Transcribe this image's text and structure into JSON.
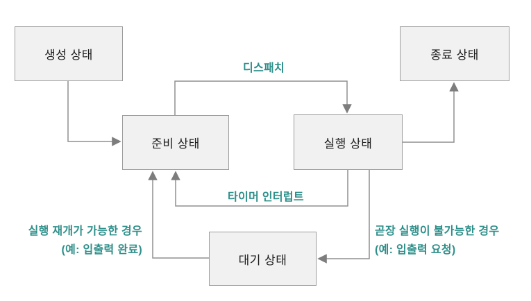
{
  "nodes": {
    "created": {
      "label": "생성 상태"
    },
    "ready": {
      "label": "준비 상태"
    },
    "running": {
      "label": "실행 상태"
    },
    "terminated": {
      "label": "종료 상태"
    },
    "waiting": {
      "label": "대기 상태"
    }
  },
  "edges": {
    "dispatch_label": "디스패치",
    "timer_interrupt_label": "타이머 인터럽트",
    "resume_condition_line1": "실행 재개가 가능한 경우",
    "resume_condition_line2": "(예: 입출력 완료)",
    "block_condition_line1": "곧장 실행이 불가능한 경우",
    "block_condition_line2": "(예: 입출력 요청)"
  },
  "colors": {
    "accent_teal": "#2e8f8a",
    "box_fill": "#f1f1f1",
    "box_border": "#9c9c9c",
    "connector_gray": "#8f8f8f",
    "arrowhead_gray": "#7d7d7d",
    "text_dark": "#1c1c1c"
  }
}
